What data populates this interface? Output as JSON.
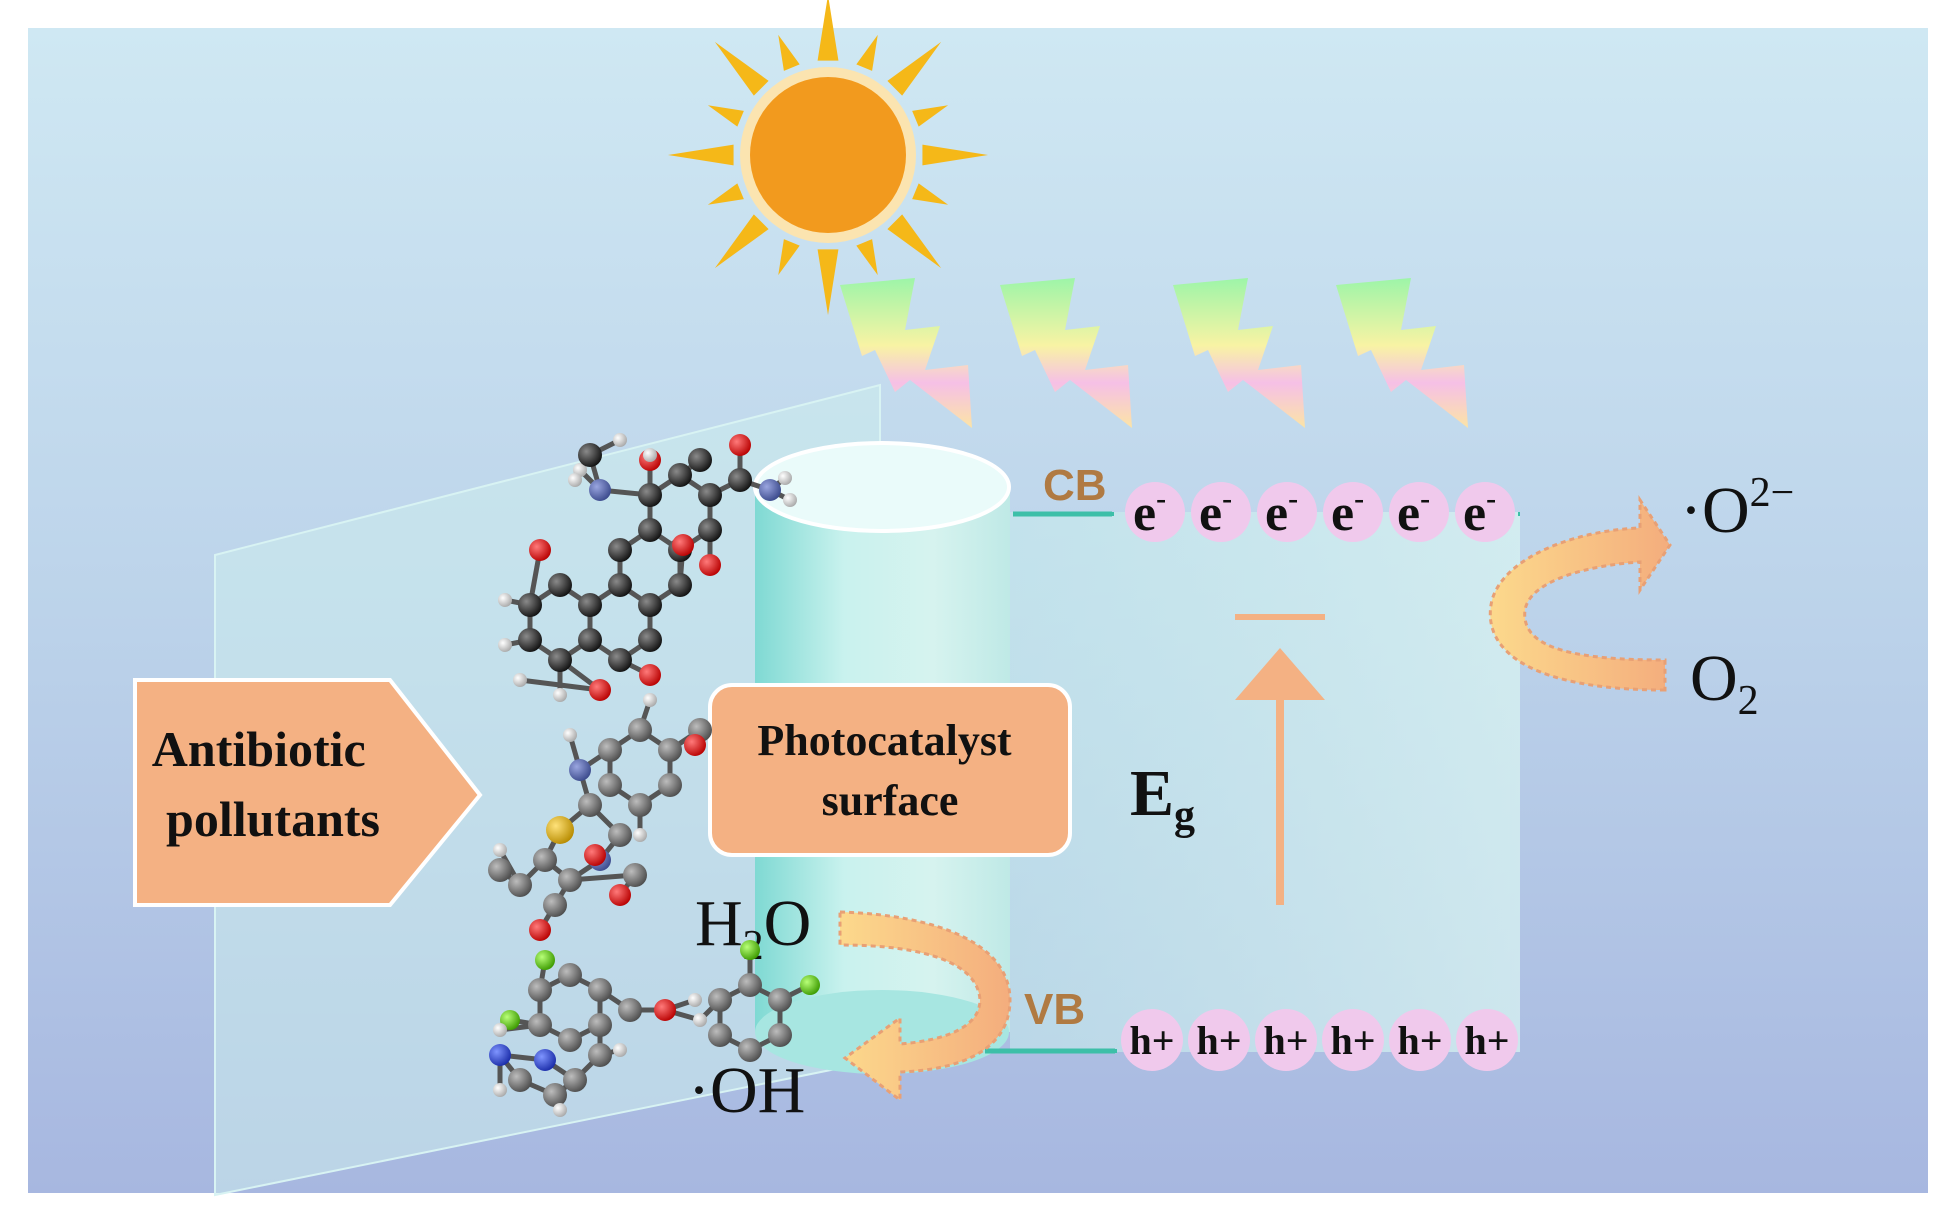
{
  "diagram": {
    "pollutant_label": [
      "Antibiotic",
      "pollutants"
    ],
    "surface_label": [
      "Photocatalyst",
      "surface"
    ],
    "cb_label": "CB",
    "vb_label": "VB",
    "electron": {
      "base": "e",
      "sup": "-"
    },
    "hole": "h+",
    "electron_count": 6,
    "hole_count": 6,
    "eg": {
      "base": "E",
      "sub": "g"
    },
    "superoxide": {
      "base": "·O",
      "sup": "2−"
    },
    "oxygen": {
      "base": "O",
      "sub": "2"
    },
    "water": {
      "a": "H",
      "sub": "2",
      "b": "O"
    },
    "hydroxyl": "·OH",
    "colors": {
      "sun": "#F29A1E",
      "sun_rays": "#F5B818",
      "label_box": "#F4B183",
      "arrow": "#F4B183",
      "band_line": "#3DBFA8",
      "carrier": "#F0C9EC",
      "band_label": "#B07A42",
      "cylinder": "#9CE3DE"
    }
  }
}
